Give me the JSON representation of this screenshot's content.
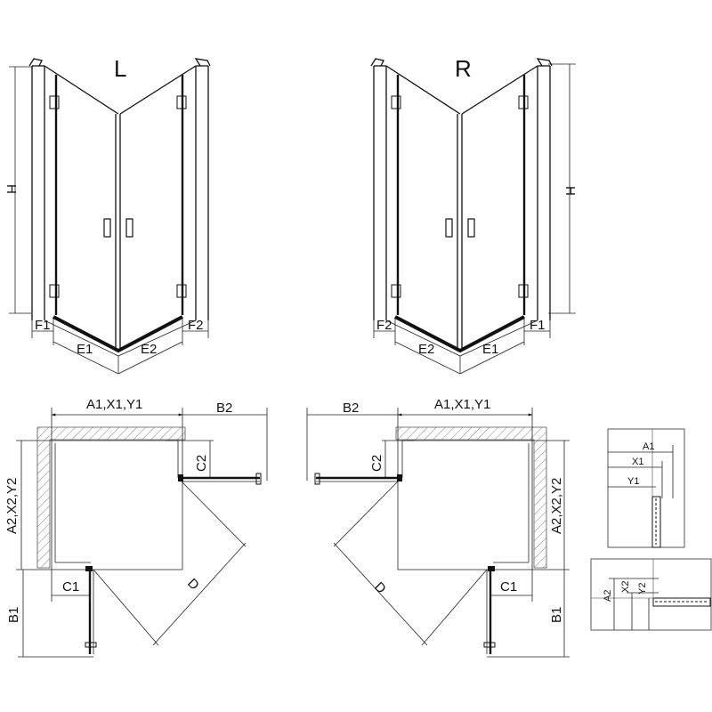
{
  "views": {
    "left_title": "L",
    "right_title": "R"
  },
  "elevation_labels": {
    "height": "H",
    "f1": "F1",
    "f2": "F2",
    "e1": "E1",
    "e2": "E2"
  },
  "plan_labels": {
    "a1x1y1": "A1,X1,Y1",
    "b2": "B2",
    "c2": "C2",
    "a2x2y2": "A2,X2,Y2",
    "c1": "C1",
    "b1": "B1",
    "d": "D"
  },
  "detail_labels": {
    "a1": "A1",
    "x1": "X1",
    "y1": "Y1",
    "a2": "A2",
    "x2": "X2",
    "y2": "Y2"
  }
}
